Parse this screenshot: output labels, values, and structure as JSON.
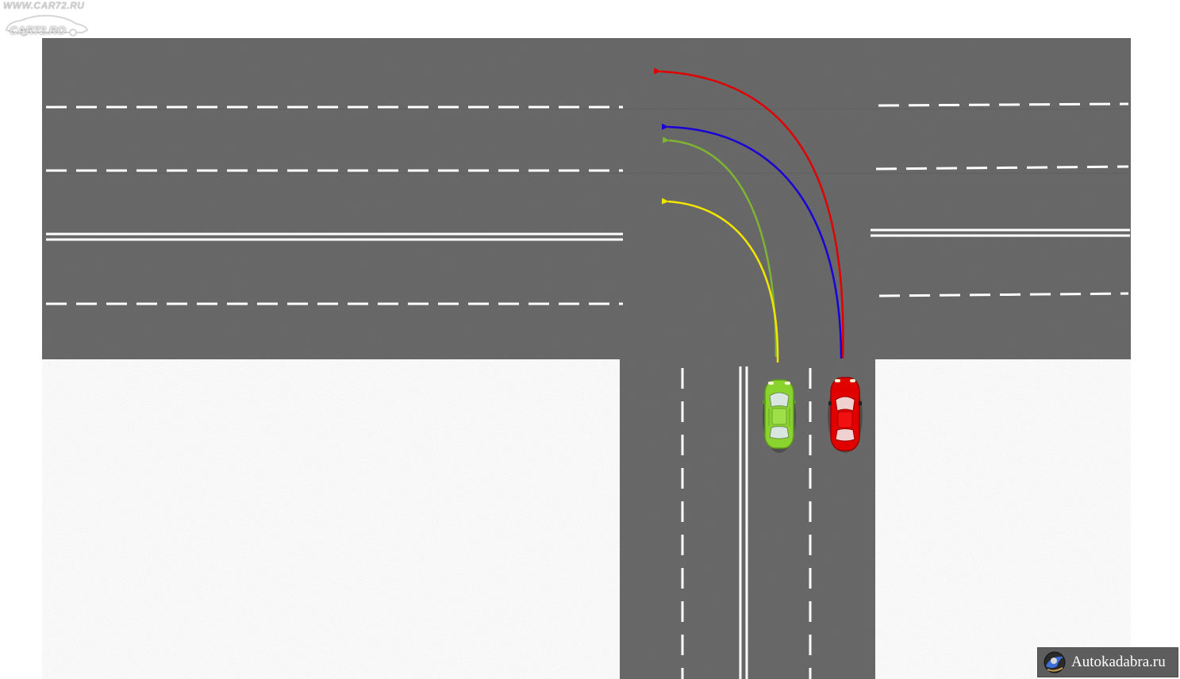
{
  "watermark_top": {
    "line1": "WWW.CAR72.RU",
    "line2": "CAR72.RO"
  },
  "brand": {
    "text": "Autokadabra.ru",
    "icon": "autokadabra-logo-icon"
  },
  "colors": {
    "asphalt": "#6a6a6a",
    "marking": "#ffffff",
    "red_path": "#e00000",
    "blue_path": "#1a00d8",
    "green_path": "#7fb431",
    "yellow_path": "#f2e600",
    "green_car": "#8ad22e",
    "red_car": "#e00000"
  },
  "paths": [
    {
      "id": "red",
      "vehicle": "red-car"
    },
    {
      "id": "blue",
      "vehicle": "red-car"
    },
    {
      "id": "green",
      "vehicle": "green-car"
    },
    {
      "id": "yellow",
      "vehicle": "green-car"
    }
  ]
}
